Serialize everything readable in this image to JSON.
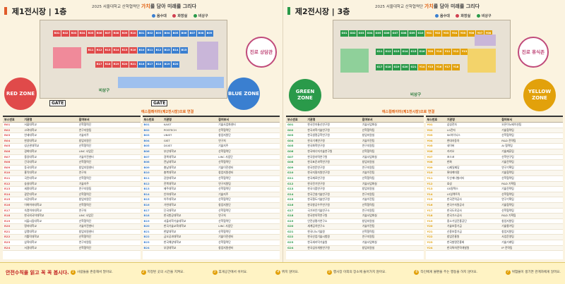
{
  "header": {
    "banner_prefix": "2025 서울대학교 산학협력단",
    "banner_highlight": "가치",
    "banner_suffix": "를 담아 미래를 그리다"
  },
  "legend": [
    {
      "label": "음수대",
      "color": "#3a7fd0"
    },
    {
      "label": "화장실",
      "color": "#d04050"
    },
    {
      "label": "비상구",
      "color": "#2a9a4a"
    }
  ],
  "left": {
    "title": "제1전시장 | 1층",
    "title_color": "#e05a2a",
    "zone_red": "RED ZONE",
    "zone_blue": "BLUE ZONE",
    "bubble": "진로 상담관",
    "gate1": "GATE",
    "gate2": "GATE",
    "exit": "비상구",
    "subtitle": "에스컬레이터(제2전시장)으로 연결",
    "booths_top": [
      "R01",
      "R02",
      "R03",
      "R04",
      "R05",
      "R06",
      "R07",
      "R08",
      "R09",
      "R10",
      "B01",
      "B02",
      "B03",
      "B04",
      "B05",
      "B06",
      "B07",
      "B08",
      "B09"
    ],
    "booths_mid": [
      "R11",
      "R12",
      "R13",
      "R14",
      "R15",
      "R16",
      "B10",
      "B11",
      "B12",
      "B13",
      "B14",
      "B15"
    ],
    "booths_low": [
      "R17",
      "R18",
      "R19",
      "R20",
      "R21",
      "B16",
      "B17",
      "B18",
      "B19",
      "B20"
    ],
    "table_cols": [
      {
        "h": [
          "부스번호",
          "기관명",
          "참여부서"
        ],
        "rows": [
          [
            "R01",
            "서울대학교",
            "산학협력단"
          ],
          [
            "R02",
            "고려대학교",
            "연구지원팀"
          ],
          [
            "R03",
            "연세대학교",
            "기술지주"
          ],
          [
            "R04",
            "한양대학교",
            "창업지원단"
          ],
          [
            "R05",
            "성균관대학교",
            "산학협력단"
          ],
          [
            "R06",
            "경희대학교",
            "LINC 사업단"
          ],
          [
            "R07",
            "중앙대학교",
            "기술이전센터"
          ],
          [
            "R08",
            "건국대학교",
            "산학협력단"
          ],
          [
            "R09",
            "동국대학교",
            "창업지원센터"
          ],
          [
            "R10",
            "홍익대학교",
            "연구처"
          ],
          [
            "R11",
            "국민대학교",
            "산학협력단"
          ],
          [
            "R12",
            "숭실대학교",
            "기술지주"
          ],
          [
            "R13",
            "세종대학교",
            "연구지원팀"
          ],
          [
            "R14",
            "광운대학교",
            "산학협력단"
          ],
          [
            "R15",
            "서강대학교",
            "창업지원단"
          ],
          [
            "R16",
            "이화여자대학교",
            "산학협력단"
          ],
          [
            "R17",
            "숙명여자대학교",
            "연구처"
          ],
          [
            "R18",
            "한국외국어대학교",
            "LINC 사업단"
          ],
          [
            "R19",
            "서울시립대학교",
            "산학협력단"
          ],
          [
            "R20",
            "명지대학교",
            "기술이전센터"
          ],
          [
            "R21",
            "상명대학교",
            "창업지원센터"
          ],
          [
            "R22",
            "가톨릭대학교",
            "산학협력단"
          ],
          [
            "R23",
            "삼육대학교",
            "연구지원팀"
          ],
          [
            "R24",
            "서경대학교",
            "산학협력단"
          ]
        ]
      },
      {
        "h": [
          "부스번호",
          "기관명",
          "참여부서"
        ],
        "rows": [
          [
            "B01",
            "KAIST",
            "기술사업화센터"
          ],
          [
            "B02",
            "POSTECH",
            "산학협력단"
          ],
          [
            "B03",
            "UNIST",
            "창업지원단"
          ],
          [
            "B04",
            "GIST",
            "연구처"
          ],
          [
            "B05",
            "DGIST",
            "기술지주"
          ],
          [
            "B06",
            "부산대학교",
            "산학협력단"
          ],
          [
            "B07",
            "경북대학교",
            "LINC 사업단"
          ],
          [
            "B08",
            "전남대학교",
            "산학협력단"
          ],
          [
            "B09",
            "충남대학교",
            "기술이전센터"
          ],
          [
            "B10",
            "충북대학교",
            "창업지원센터"
          ],
          [
            "B11",
            "강원대학교",
            "산학협력단"
          ],
          [
            "B12",
            "전북대학교",
            "연구지원팀"
          ],
          [
            "B13",
            "제주대학교",
            "산학협력단"
          ],
          [
            "B14",
            "인하대학교",
            "기술지주"
          ],
          [
            "B15",
            "아주대학교",
            "산학협력단"
          ],
          [
            "B16",
            "가천대학교",
            "창업지원단"
          ],
          [
            "B17",
            "단국대학교",
            "산학협력단"
          ],
          [
            "B18",
            "한국항공대학교",
            "연구처"
          ],
          [
            "B19",
            "서울과학기술대학교",
            "산학협력단"
          ],
          [
            "B20",
            "한국기술교육대학교",
            "LINC 사업단"
          ],
          [
            "B21",
            "한밭대학교",
            "산학협력단"
          ],
          [
            "B22",
            "금오공과대학교",
            "기술이전센터"
          ],
          [
            "B23",
            "한국해양대학교",
            "산학협력단"
          ],
          [
            "B24",
            "부경대학교",
            "창업지원센터"
          ]
        ]
      }
    ]
  },
  "right": {
    "title": "제2전시장 | 3층",
    "title_color": "#2a9a4a",
    "zone_green": "GREEN ZONE",
    "zone_yellow": "YELLOW ZONE",
    "bubble": "진로 휴식존",
    "exit": "비상구",
    "subtitle": "에스컬레이터(제1전시장)으로 연결",
    "booths_top": [
      "G01",
      "G02",
      "G03",
      "G04",
      "G05",
      "G06",
      "G07",
      "G08",
      "G09",
      "G10",
      "Y01",
      "Y02",
      "Y03",
      "Y04",
      "Y05",
      "Y06",
      "Y07",
      "Y08"
    ],
    "booths_mid": [
      "G11",
      "G12",
      "G13",
      "G14",
      "G15",
      "G16",
      "Y09",
      "Y10",
      "Y11",
      "Y12",
      "Y13"
    ],
    "booths_low": [
      "G17",
      "G18",
      "G19",
      "G20",
      "G21",
      "Y14",
      "Y15",
      "Y16",
      "Y17",
      "Y18"
    ],
    "table_cols": [
      {
        "h": [
          "부스번호",
          "기관명",
          "참여부서"
        ],
        "rows": [
          [
            "G01",
            "한국전자통신연구원",
            "기술사업화실"
          ],
          [
            "G02",
            "한국과학기술연구원",
            "산학협력팀"
          ],
          [
            "G03",
            "한국생명공학연구원",
            "창업지원실"
          ],
          [
            "G04",
            "한국기계연구원",
            "기술이전팀"
          ],
          [
            "G05",
            "한국화학연구원",
            "연구지원팀"
          ],
          [
            "G06",
            "한국에너지기술연구원",
            "산학협력팀"
          ],
          [
            "G07",
            "한국원자력연구원",
            "기술사업화실"
          ],
          [
            "G08",
            "한국표준과학연구원",
            "창업지원실"
          ],
          [
            "G09",
            "한국천문연구원",
            "연구지원팀"
          ],
          [
            "G10",
            "한국지질자원연구원",
            "기술이전팀"
          ],
          [
            "G11",
            "한국재료연구원",
            "산학협력팀"
          ],
          [
            "G12",
            "한국전기연구원",
            "기술사업화실"
          ],
          [
            "G13",
            "한국식품연구원",
            "창업지원실"
          ],
          [
            "G14",
            "한국건설기술연구원",
            "연구지원팀"
          ],
          [
            "G15",
            "한국철도기술연구원",
            "기술이전팀"
          ],
          [
            "G16",
            "한국항공우주연구원",
            "산학협력팀"
          ],
          [
            "G17",
            "국가보안기술연구소",
            "연구지원팀"
          ],
          [
            "G18",
            "한국한의학연구원",
            "기술사업화실"
          ],
          [
            "G19",
            "안전성평가연구소",
            "창업지원실"
          ],
          [
            "G20",
            "세계김치연구소",
            "기술이전팀"
          ],
          [
            "G21",
            "한국나노기술원",
            "산학협력팀"
          ],
          [
            "G22",
            "한국산업기술시험원",
            "연구지원팀"
          ],
          [
            "G23",
            "한국세라믹기술원",
            "기술사업화실"
          ],
          [
            "G24",
            "한국섬유개발연구원",
            "창업지원실"
          ]
        ]
      },
      {
        "h": [
          "부스번호",
          "기관명",
          "참여부서"
        ],
        "rows": [
          [
            "Y01",
            "삼성전자",
            "오픈이노베이션팀"
          ],
          [
            "Y02",
            "LG전자",
            "기술협력팀"
          ],
          [
            "Y03",
            "SK하이닉스",
            "산학협력팀"
          ],
          [
            "Y04",
            "현대자동차",
            "R&D 전략팀"
          ],
          [
            "Y05",
            "네이버",
            "AI 협력팀"
          ],
          [
            "Y06",
            "카카오",
            "기술제휴팀"
          ],
          [
            "Y07",
            "포스코",
            "산학연구팀"
          ],
          [
            "Y08",
            "한화",
            "기술전략팀"
          ],
          [
            "Y09",
            "CJ제일제당",
            "연구기획팀"
          ],
          [
            "Y10",
            "롯데케미칼",
            "기술협력팀"
          ],
          [
            "Y11",
            "두산에너빌리티",
            "산학협력팀"
          ],
          [
            "Y12",
            "효성",
            "R&D 기획팀"
          ],
          [
            "Y13",
            "GS칼텍스",
            "기술전략팀"
          ],
          [
            "Y14",
            "LS일렉트릭",
            "산학협력팀"
          ],
          [
            "Y15",
            "한국전력공사",
            "연구기획팀"
          ],
          [
            "Y16",
            "한국수자원공사",
            "기술협력팀"
          ],
          [
            "Y17",
            "한국도로공사",
            "산학협력팀"
          ],
          [
            "Y18",
            "한국가스공사",
            "R&D 기획팀"
          ],
          [
            "Y19",
            "중소기업진흥공단",
            "창업지원팀"
          ],
          [
            "Y20",
            "기술보증기금",
            "기술평가팀"
          ],
          [
            "Y21",
            "신용보증기금",
            "창업지원팀"
          ],
          [
            "Y22",
            "창업진흥원",
            "사업운영팀"
          ],
          [
            "Y23",
            "한국발명진흥회",
            "기술거래팀"
          ],
          [
            "Y24",
            "한국특허전략개발원",
            "IP 전략팀"
          ]
        ]
      }
    ]
  },
  "footer": {
    "label": "안전수칙을 읽고 꼭 꼭 봅시다.",
    "items": [
      "사람들을 존중해서 말아요.",
      "지정된 곳의 시간을 지켜요.",
      "휴게공간에서 쉬어요.",
      "뛰지 않아요.",
      "행사장 이외의 장소에 들어가지 않아요.",
      "타인에게 불편을 주는 행동을 하지 않아요.",
      "위험물이 생기면 관계자에게 알려요."
    ]
  }
}
